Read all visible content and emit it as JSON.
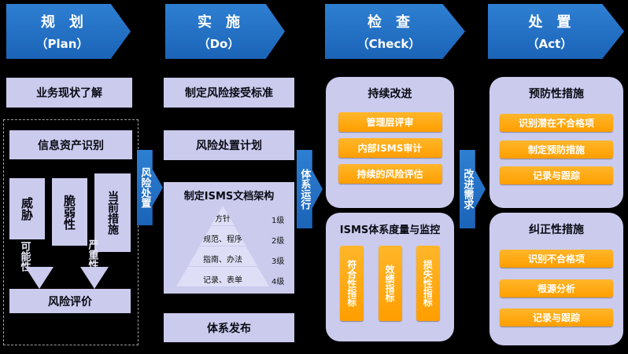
{
  "colors": {
    "background": "#000000",
    "arrow_blue": "#1b64b8",
    "arrow_blue_light": "#2e7fd2",
    "box_lavender": "#cbcbee",
    "button_orange": "#ff9e00",
    "button_orange_light": "#ffb62a",
    "text_dark": "#0a0a14",
    "text_white": "#ffffff"
  },
  "headers": [
    {
      "title": "规　划",
      "subtitle": "（Plan）"
    },
    {
      "title": "实　施",
      "subtitle": "（Do）"
    },
    {
      "title": "检　查",
      "subtitle": "（Check）"
    },
    {
      "title": "处　置",
      "subtitle": "（Act）"
    }
  ],
  "plan": {
    "business_status": "业务现状了解",
    "asset_identification": "信息资产识别",
    "threat": "威胁",
    "vulnerability": "脆弱性",
    "current_measures": "当前措施",
    "possibility": "可能性",
    "severity": "严重性",
    "risk_evaluation": "风险评价"
  },
  "connectors": {
    "risk_treatment": "风险处置",
    "system_operation": "体系运行",
    "improvement_needs": "改进需求"
  },
  "do": {
    "acceptance_criteria": "制定风险接受标准",
    "treatment_plan": "风险处置计划",
    "pyramid_title": "制定ISMS文档架构",
    "pyramid_levels": [
      {
        "label": "方针",
        "level": "1级"
      },
      {
        "label": "规范、程序",
        "level": "2级"
      },
      {
        "label": "指南、办法",
        "level": "3级"
      },
      {
        "label": "记录、表单",
        "level": "4级"
      }
    ],
    "system_release": "体系发布"
  },
  "check": {
    "panel1": {
      "title": "持续改进",
      "items": [
        "管理层评审",
        "内部ISMS审计",
        "持续的风险评估"
      ]
    },
    "panel2": {
      "title": "ISMS体系度量与监控",
      "items": [
        "符合性指标",
        "效绩指标",
        "损失性指标"
      ]
    }
  },
  "act": {
    "panel1": {
      "title": "预防性措施",
      "items": [
        "识别潜在不合格项",
        "制定预防措施",
        "记录与跟踪"
      ]
    },
    "panel2": {
      "title": "纠正性措施",
      "items": [
        "识别不合格项",
        "根源分析",
        "记录与跟踪"
      ]
    }
  }
}
